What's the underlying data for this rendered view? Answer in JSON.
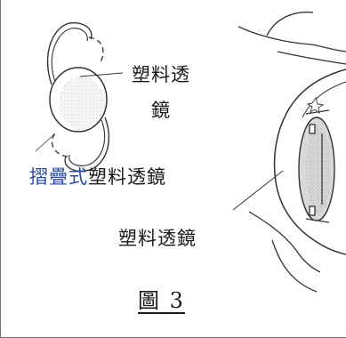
{
  "labels": {
    "lens_top_line1": "塑料透",
    "lens_top_line2": "鏡",
    "foldable_prefix": "摺疊式",
    "foldable_suffix": "塑料透鏡",
    "lens_bottom": "塑料透鏡"
  },
  "caption": {
    "text": "圖 3"
  },
  "colors": {
    "accent_blue": "#2d4da1",
    "line": "#333333"
  }
}
